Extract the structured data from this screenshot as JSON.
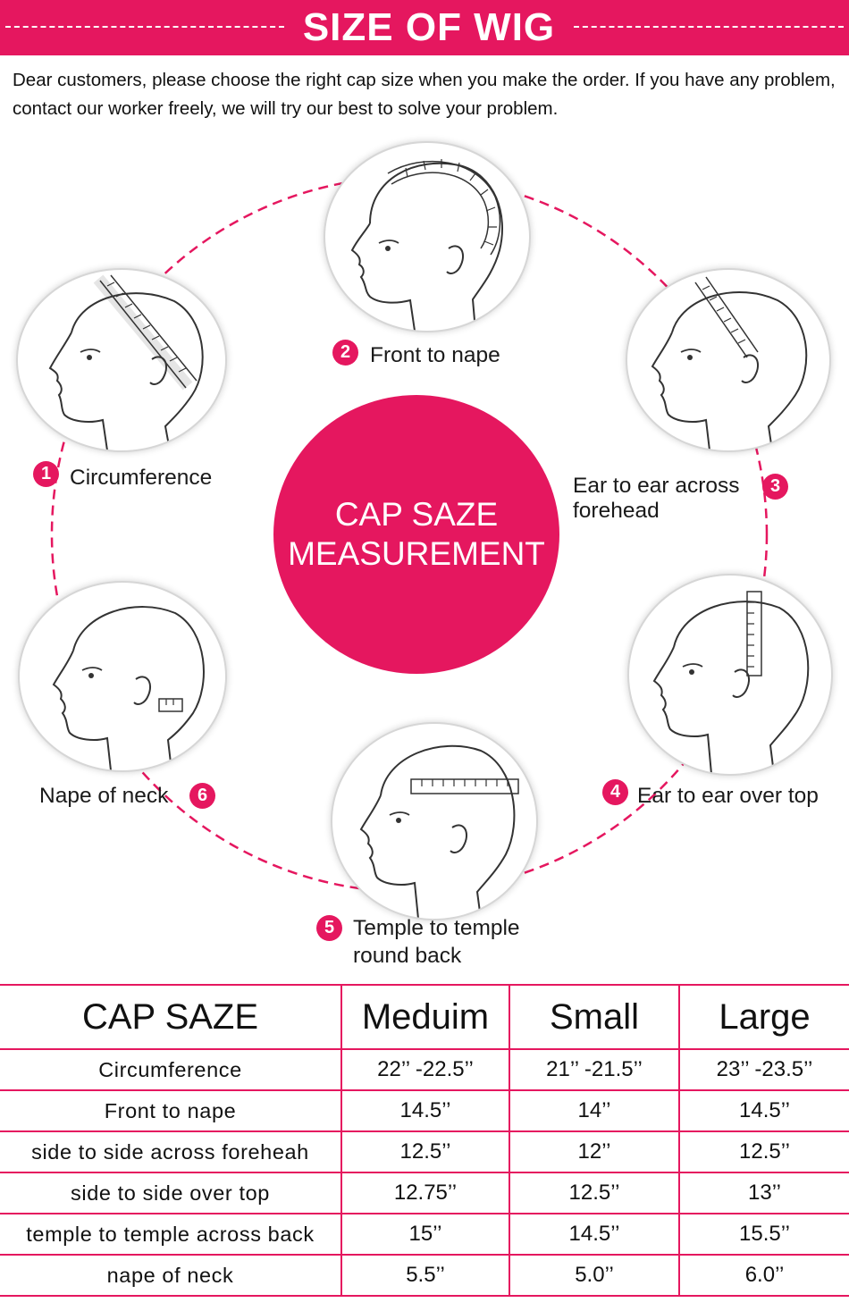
{
  "header": {
    "title": "SIZE OF WIG"
  },
  "intro": "Dear customers, please choose the right cap size when you make the order. If you have any problem, contact our worker freely, we will try our best to solve your problem.",
  "center": {
    "line1": "CAP SAZE",
    "line2": "MEASUREMENT"
  },
  "steps": [
    {
      "num": "1",
      "label": "Circumference"
    },
    {
      "num": "2",
      "label": "Front to nape"
    },
    {
      "num": "3",
      "label_line1": "Ear to ear across",
      "label_line2": "forehead"
    },
    {
      "num": "4",
      "label": "Ear to ear over top"
    },
    {
      "num": "5",
      "label_line1": "Temple to temple",
      "label_line2": "round back"
    },
    {
      "num": "6",
      "label": "Nape of neck"
    }
  ],
  "table": {
    "headers": [
      "CAP SAZE",
      "Meduim",
      "Small",
      "Large"
    ],
    "rows": [
      [
        "Circumference",
        "22’’  -22.5’’",
        "21’’  -21.5’’",
        "23’’  -23.5’’"
      ],
      [
        "Front to nape",
        "14.5’’",
        "14’’",
        "14.5’’"
      ],
      [
        "side to side across foreheah",
        "12.5’’",
        "12’’",
        "12.5’’"
      ],
      [
        "side to side over top",
        "12.75’’",
        "12.5’’",
        "13’’"
      ],
      [
        "temple to temple across back",
        "15’’",
        "14.5’’",
        "15.5’’"
      ],
      [
        "nape of neck",
        "5.5’’",
        "5.0’’",
        "6.0’’"
      ]
    ]
  },
  "colors": {
    "accent": "#e5175f"
  }
}
